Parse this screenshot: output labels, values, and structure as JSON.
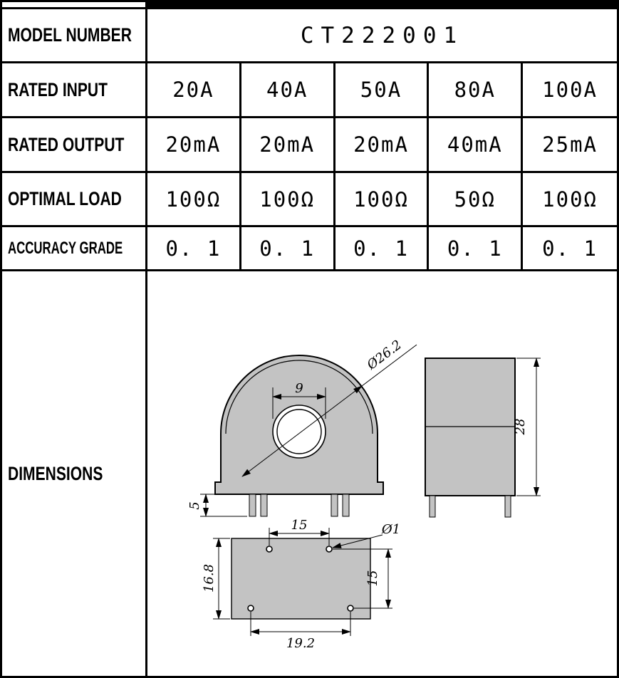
{
  "table": {
    "rows": [
      {
        "label": "MODEL NUMBER",
        "values": [
          "CT222001"
        ]
      },
      {
        "label": "RATED INPUT",
        "values": [
          "20A",
          "40A",
          "50A",
          "80A",
          "100A"
        ]
      },
      {
        "label": "RATED OUTPUT",
        "values": [
          "20mA",
          "20mA",
          "20mA",
          "40mA",
          "25mA"
        ]
      },
      {
        "label": "OPTIMAL LOAD",
        "values": [
          "100Ω",
          "100Ω",
          "100Ω",
          "50Ω",
          "100Ω"
        ]
      },
      {
        "label": "ACCURACY GRADE",
        "values": [
          "0. 1",
          "0. 1",
          "0. 1",
          "0. 1",
          "0. 1"
        ]
      },
      {
        "label": "DIMENSIONS"
      }
    ]
  },
  "drawing": {
    "dims": {
      "hole_width": "9",
      "outer_diameter": "Ø26.2",
      "pin_length": "5",
      "side_height": "28",
      "top_pin_spacing": "15",
      "pin_hole_diameter": "Ø1",
      "pin_row_spacing": "15",
      "base_depth": "16.8",
      "bottom_pin_spacing": "19.2"
    }
  }
}
